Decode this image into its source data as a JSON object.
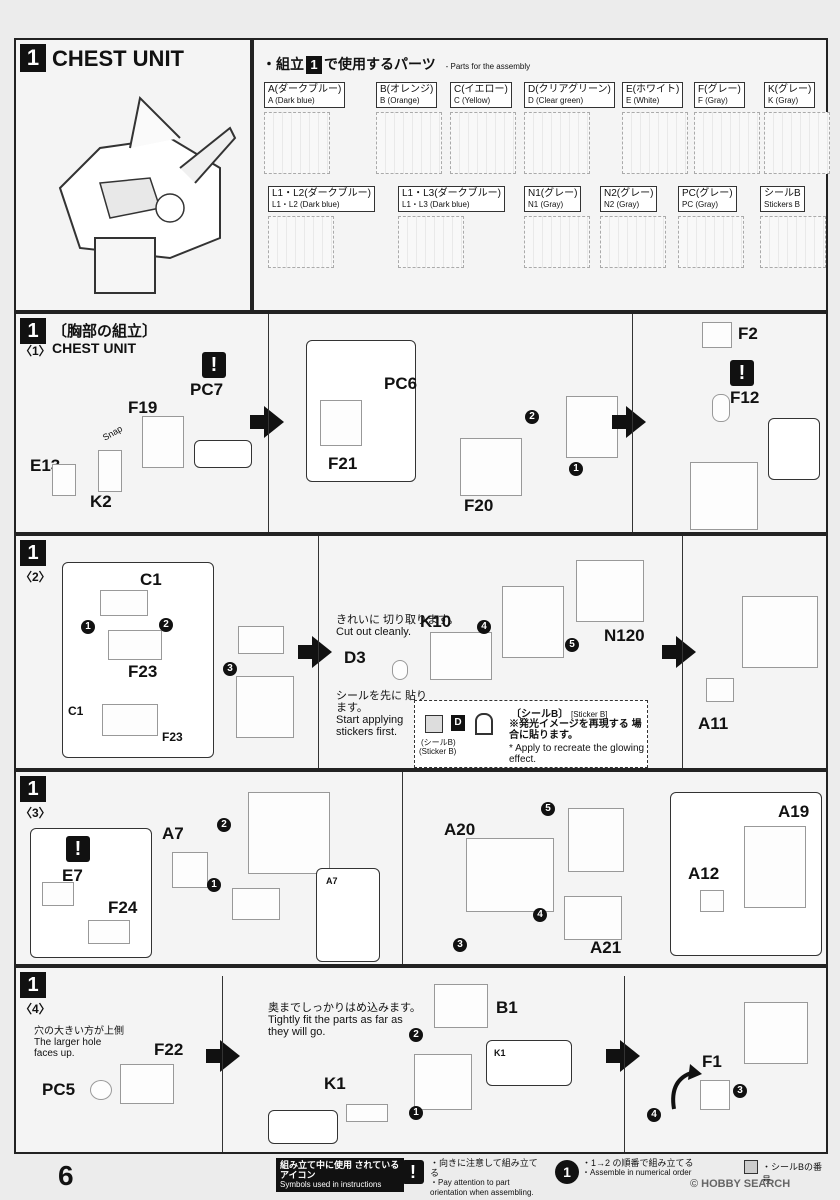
{
  "header": {
    "step_number": "1",
    "title": "CHEST UNIT"
  },
  "parts_panel": {
    "heading_jp_prefix": "・組立",
    "heading_num": "1",
    "heading_jp_suffix": "で使用するパーツ",
    "heading_en": "- Parts for the assembly",
    "runners_row1": [
      {
        "jp": "A(ダークブルー)",
        "en": "A (Dark blue)"
      },
      {
        "jp": "B(オレンジ)",
        "en": "B (Orange)"
      },
      {
        "jp": "C(イエロー)",
        "en": "C (Yellow)"
      },
      {
        "jp": "D(クリアグリーン)",
        "en": "D (Clear green)"
      },
      {
        "jp": "E(ホワイト)",
        "en": "E (White)"
      },
      {
        "jp": "F(グレー)",
        "en": "F (Gray)"
      },
      {
        "jp": "K(グレー)",
        "en": "K (Gray)"
      }
    ],
    "runners_row2": [
      {
        "jp": "L1・L2(ダークブルー)",
        "en": "L1・L2 (Dark blue)"
      },
      {
        "jp": "L1・L3(ダークブルー)",
        "en": "L1・L3 (Dark blue)"
      },
      {
        "jp": "N1(グレー)",
        "en": "N1 (Gray)"
      },
      {
        "jp": "N2(グレー)",
        "en": "N2 (Gray)"
      },
      {
        "jp": "PC(グレー)",
        "en": "PC (Gray)"
      },
      {
        "jp": "シールB",
        "en": "Stickers B"
      }
    ]
  },
  "step1": {
    "num": "1",
    "title_jp": "〔胸部の組立〕",
    "sub_num": "〈1〉",
    "title_en": "CHEST UNIT",
    "labels": {
      "pc7": "PC7",
      "f19": "F19",
      "snap": "Snap",
      "e13": "E13",
      "k2": "K2",
      "pc6": "PC6",
      "f21": "F21",
      "f20": "F20",
      "f2": "F2",
      "f12": "F12"
    },
    "order": [
      "1",
      "2"
    ]
  },
  "step2": {
    "num": "1",
    "sub_num": "〈2〉",
    "labels": {
      "c1": "C1",
      "f23": "F23",
      "c1b": "C1",
      "f23b": "F23",
      "k10": "K10",
      "d3": "D3",
      "n1_20": "N120",
      "a11": "A11"
    },
    "cut_jp": "きれいに 切り取ります。",
    "cut_en": "Cut out cleanly.",
    "sticker_first_jp": "シールを先に 貼ります。",
    "sticker_first_en": "Start applying stickers first.",
    "sticker_box": {
      "title_jp": "〔シールB〕",
      "title_en": "[Sticker B]",
      "note_jp": "※発光イメージを再現する 場合に貼ります。",
      "note_en": "* Apply to recreate the glowing effect.",
      "sticker_label_jp": "(シールB)",
      "sticker_label_en": "(Sticker B)",
      "d_label": "D"
    },
    "order": [
      "1",
      "2",
      "3",
      "4",
      "5"
    ]
  },
  "step3": {
    "num": "1",
    "sub_num": "〈3〉",
    "labels": {
      "e7": "E7",
      "f24": "F24",
      "a7": "A7",
      "a7b": "A7",
      "a20": "A20",
      "a21": "A21",
      "a19": "A19",
      "a12": "A12"
    },
    "order": [
      "1",
      "2",
      "3",
      "4",
      "5"
    ]
  },
  "step4": {
    "num": "1",
    "sub_num": "〈4〉",
    "hole_jp": "穴の大きい方が上側",
    "hole_en": "The larger hole faces up.",
    "tight_jp": "奥までしっかりはめ込みます。",
    "tight_en": "Tightly fit the parts as far as they will go.",
    "labels": {
      "f22": "F22",
      "pc5": "PC5",
      "b1": "B1",
      "k1": "K1",
      "k1b": "K1",
      "f1": "F1"
    },
    "order": [
      "1",
      "2",
      "3",
      "4"
    ]
  },
  "footer": {
    "page_number": "6",
    "legend_title_jp": "組み立て中に使用 されているアイコン",
    "legend_title_en": "Symbols used in instructions",
    "icon1_jp": "・向きに注意して組み立てる",
    "icon1_en": "・Pay attention to part orientation when assembling.",
    "icon2_jp": "・1→2 の順番で組み立てる",
    "icon2_en": "・Assemble in numerical order",
    "icon3_jp": "・シールBの番号",
    "watermark": "© HOBBY SEARCH"
  }
}
